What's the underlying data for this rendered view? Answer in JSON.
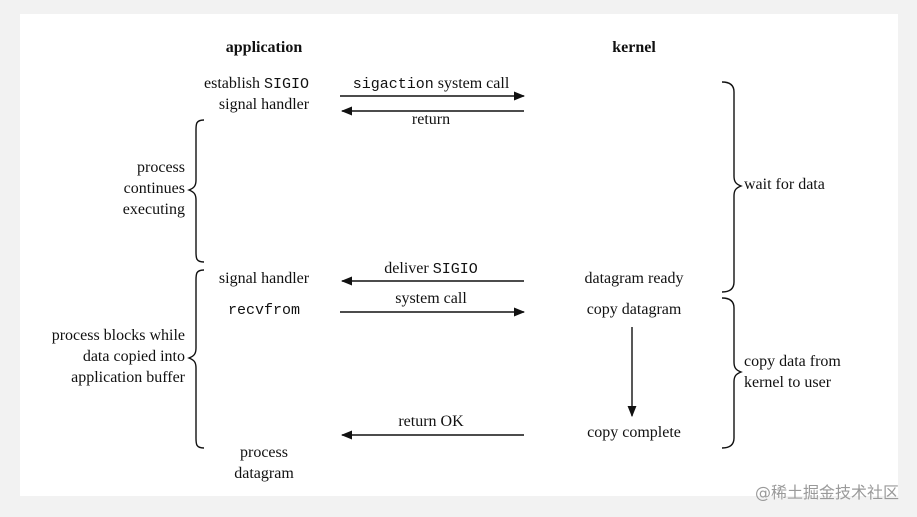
{
  "headers": {
    "application": "application",
    "kernel": "kernel"
  },
  "app": {
    "establish_pre": "establish ",
    "establish_code": "SIGIO",
    "signal_handler_1": "signal handler",
    "signal_handler_2": "signal handler",
    "recvfrom": "recvfrom",
    "process_1": "process",
    "process_2": "datagram"
  },
  "left_labels": {
    "continues": [
      "process",
      "continues",
      "executing"
    ],
    "blocks": [
      "process blocks while",
      "data copied into",
      "application buffer"
    ]
  },
  "arrows": {
    "sigaction_code": "sigaction",
    "sigaction_text": " system call",
    "return": "return",
    "deliver_text": "deliver ",
    "deliver_code": "SIGIO",
    "system_call": "system call",
    "return_ok": "return OK"
  },
  "kernel": {
    "datagram_ready": "datagram ready",
    "copy_datagram": "copy datagram",
    "copy_complete": "copy complete"
  },
  "right_labels": {
    "wait": "wait for data",
    "copy_1": "copy data from",
    "copy_2": "kernel to user"
  },
  "watermark": "@稀土掘金技术社区"
}
